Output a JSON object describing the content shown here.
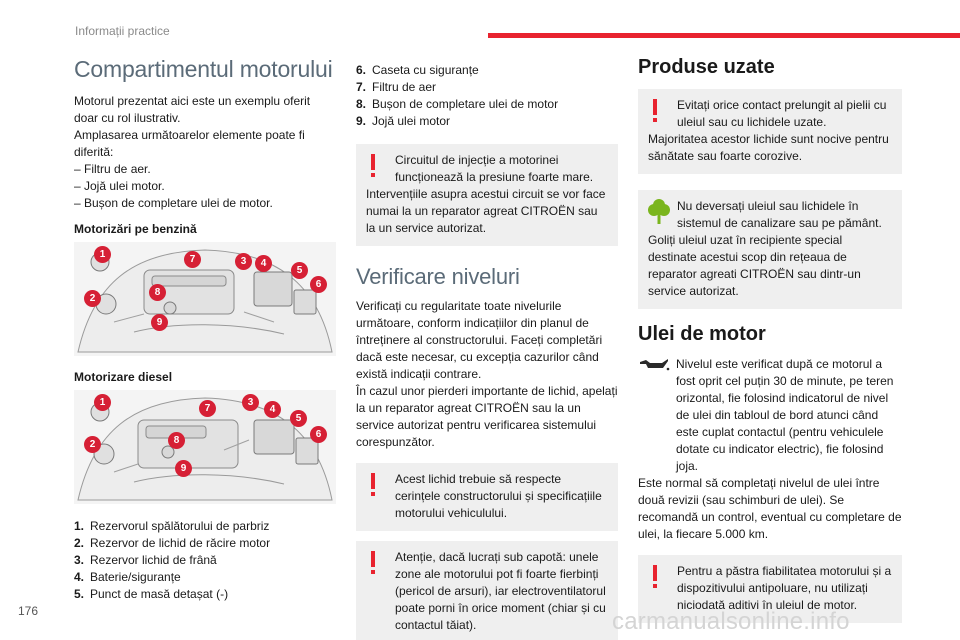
{
  "header": {
    "section": "Informații practice",
    "accent_color": "#e8232f"
  },
  "page_number": "176",
  "watermark": "carmanualsonline.info",
  "col1": {
    "title": "Compartimentul motorului",
    "intro": [
      "Motorul prezentat aici este un exemplu oferit doar cu rol ilustrativ.",
      "Amplasarea următoarelor elemente poate fi diferită:",
      "– Filtru de aer.",
      "– Jojă ulei motor.",
      "– Bușon de completare ulei de motor."
    ],
    "petrol_heading": "Motorizări pe benzină",
    "diesel_heading": "Motorizare diesel",
    "callout_color": "#d62035",
    "list": [
      {
        "n": "1.",
        "text": "Rezervorul spălătorului de parbriz"
      },
      {
        "n": "2.",
        "text": "Rezervor de lichid de răcire motor"
      },
      {
        "n": "3.",
        "text": "Rezervor lichid de frână"
      },
      {
        "n": "4.",
        "text": "Baterie/siguranțe"
      },
      {
        "n": "5.",
        "text": "Punct de masă detașat (-)"
      }
    ]
  },
  "col2": {
    "list": [
      {
        "n": "6.",
        "text": "Caseta cu siguranțe"
      },
      {
        "n": "7.",
        "text": "Filtru de aer"
      },
      {
        "n": "8.",
        "text": "Bușon de completare ulei de motor"
      },
      {
        "n": "9.",
        "text": "Jojă ulei motor"
      }
    ],
    "box1_first": "Circuitul de injecție a motorinei funcționează la presiune foarte mare.",
    "box1_rest": "Intervențiile asupra acestui circuit se vor face numai la un reparator agreat CITROËN sau la un service autorizat.",
    "title": "Verificare niveluri",
    "para": [
      "Verificați cu regularitate toate nivelurile următoare, conform indicațiilor din planul de întreținere al constructorului. Faceți completări dacă este necesar, cu excepția cazurilor când există indicații contrare.",
      "În cazul unor pierderi importante de lichid, apelați la un reparator agreat CITROËN sau la un service autorizat pentru verificarea sistemului corespunzător."
    ],
    "box2_first": "Acest lichid trebuie să respecte cerințele constructorului și specificațiile motorului vehiculului.",
    "box3_first": "Atenție, dacă lucrați sub capotă: unele zone ale motorului pot fi foarte fierbinți (pericol de arsuri), iar electroventilatorul poate porni în orice moment (chiar și cu contactul tăiat)."
  },
  "col3": {
    "title": "Produse uzate",
    "box1_first": "Evitați orice contact prelungit al pielii cu uleiul sau cu lichidele uzate.",
    "box1_rest": "Majoritatea acestor lichide sunt nocive pentru sănătate sau foarte corozive.",
    "box2_first": "Nu deversați uleiul sau lichidele în sistemul de canalizare sau pe pământ.",
    "box2_rest": "Goliți uleiul uzat în recipiente special destinate acestui scop din rețeaua de reparator agreati CITROËN sau dintr-un service autorizat.",
    "title2": "Ulei de motor",
    "oil_first": "Nivelul este verificat după ce motorul a fost oprit cel puțin 30 de minute, pe teren orizontal, fie folosind indicatorul de nivel de ulei din tabloul de bord atunci când este cuplat contactul (pentru vehiculele dotate cu indicator electric), fie folosind joja.",
    "oil_rest": "Este normal să completați nivelul de ulei între două revizii (sau schimburi de ulei). Se recomandă un control, eventual cu completare de ulei, la fiecare 5.000 km.",
    "box3_first": "Pentru a păstra fiabilitatea motorului și a dispozitivului antipoluare, nu utilizați niciodată aditivi în uleiul de motor.",
    "eco_color": "#7ab51d"
  }
}
